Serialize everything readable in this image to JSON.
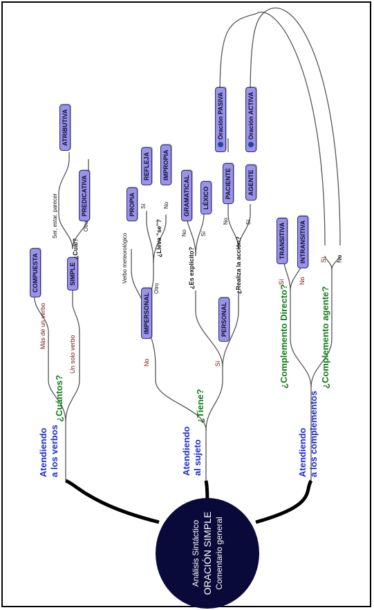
{
  "root": {
    "line1": "Análisis Sintáctico",
    "line2": "ORACIÓN SIMPLE",
    "line3": "Comentario general"
  },
  "branches": {
    "verbos": {
      "heading_line1": "Atendiendo",
      "heading_line2": "a los verbos",
      "question": "¿Cuántos?",
      "opt_multi": "Más de un verbo",
      "opt_single": "Un solo verbo",
      "compuesta": "COMPUESTA",
      "simple": "SIMPLE",
      "cual": "¿Cuál?",
      "ser_estar": "Ser, estar, parecer",
      "otro": "Otro",
      "atributiva": "ATRIBUTIVA",
      "predicativa": "PREDICATIVA"
    },
    "sujeto": {
      "heading_line1": "Atendiendo",
      "heading_line2": "al sujeto",
      "question": "¿Tiene?",
      "no": "No",
      "si": "Sí",
      "impersonal": "IMPERSONAL",
      "personal": "PERSONAL",
      "verbo_meteo": "Verbo meteorológico",
      "otro": "Otro",
      "propia": "PROPIA",
      "lleva_se": "¿Lleva \"se\"?",
      "si_se": "Sí",
      "no_se": "No",
      "refleja": "REFLEJA",
      "impropia": "IMPROPIA",
      "es_explicito": "¿Es explícito?",
      "no_expl": "No",
      "si_expl": "Sí",
      "gramatical": "GRAMATICAL",
      "lexico": "LÉXICO",
      "realiza_accion": "¿Realiza la acción?",
      "no_acc": "No",
      "si_acc": "Sí",
      "paciente": "PACIENTE",
      "agente": "AGENTE",
      "pasiva": "Oración PASIVA",
      "activa": "Oración ACTIVA"
    },
    "complementos": {
      "heading_line1": "Atendiendo",
      "heading_line2": "a los complementos",
      "q_cd": "¿Complemento Directo?",
      "q_ca": "¿Complemento agente?",
      "si_cd": "Sí",
      "no_cd": "No",
      "transitiva": "TRANSITIVA",
      "intransitiva": "INTRANSITIVA",
      "si_ca": "Sí",
      "no_ca": "No"
    }
  }
}
